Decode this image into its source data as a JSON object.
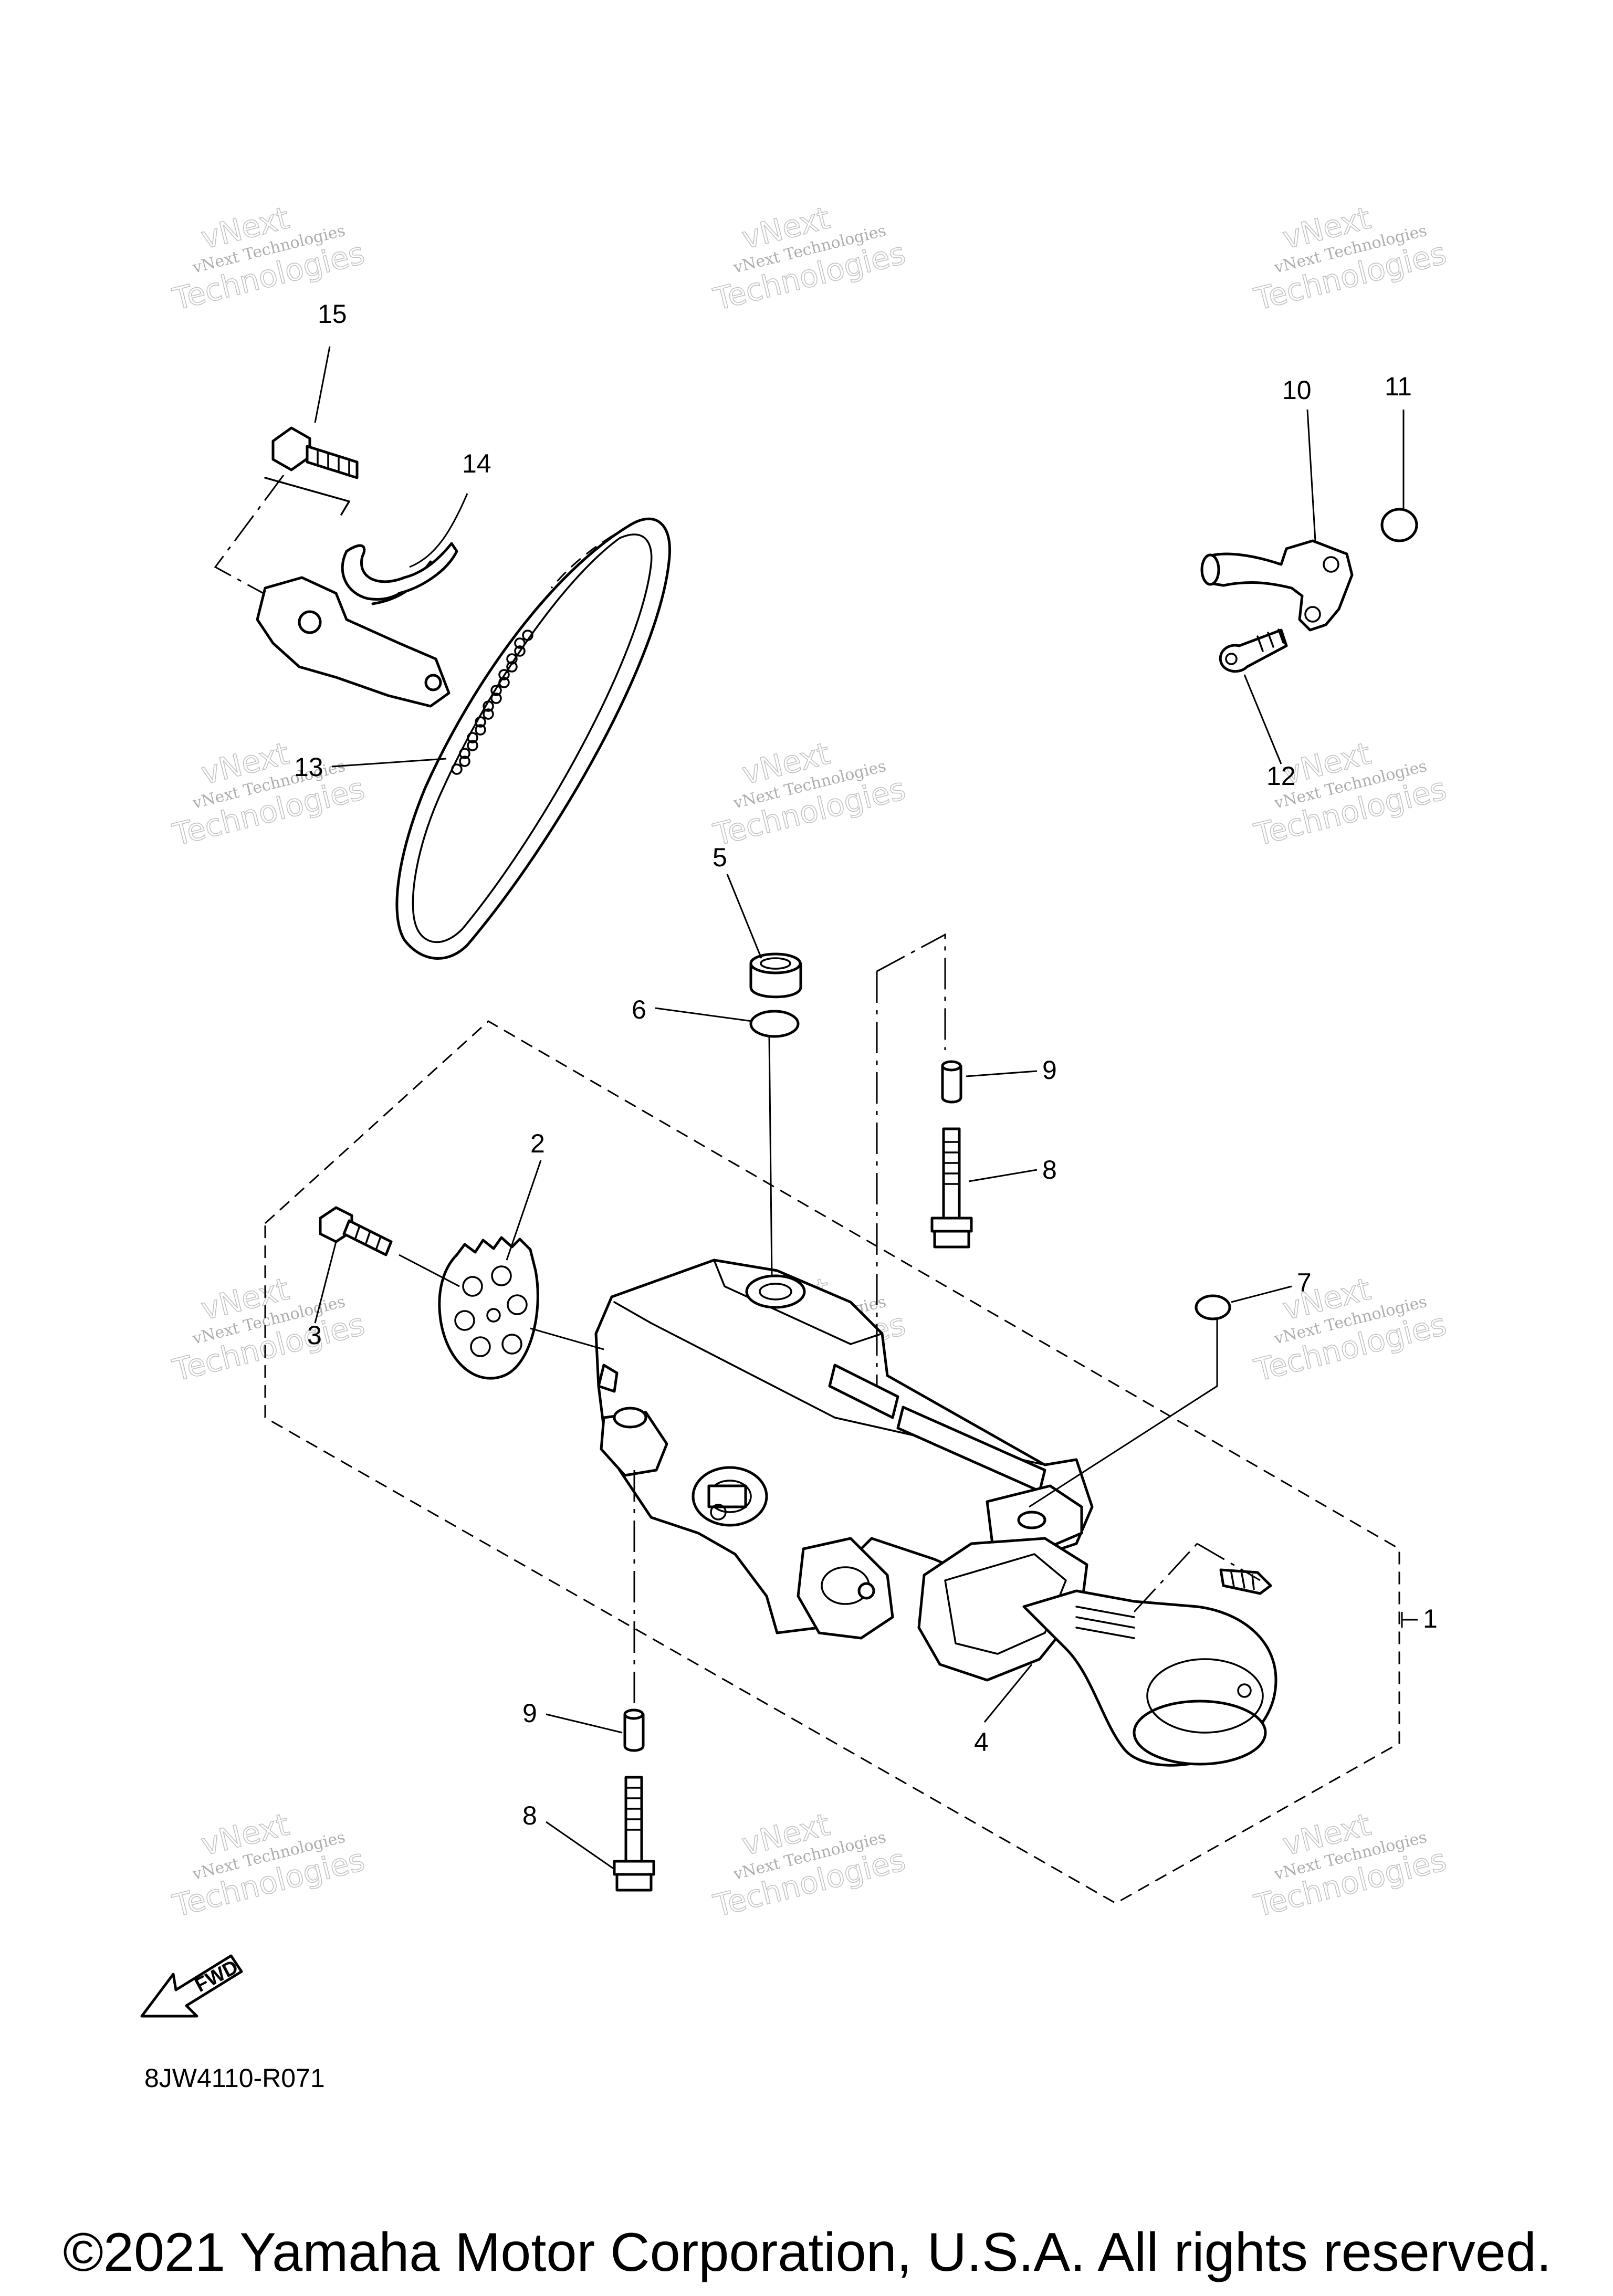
{
  "callouts": {
    "c1": "1",
    "c2": "2",
    "c3": "3",
    "c4": "4",
    "c5": "5",
    "c6": "6",
    "c7": "7",
    "c8a": "8",
    "c8b": "8",
    "c9a": "9",
    "c9b": "9",
    "c10": "10",
    "c11": "11",
    "c12": "12",
    "c13": "13",
    "c14": "14",
    "c15": "15"
  },
  "watermark": {
    "line1": "vNext Technologies",
    "line2": "Technologies",
    "line3": "vNext"
  },
  "fwd_label": "FWD",
  "diagram_code": "8JW4110-R071",
  "copyright": "©2021 Yamaha Motor Corporation, U.S.A. All rights reserved."
}
